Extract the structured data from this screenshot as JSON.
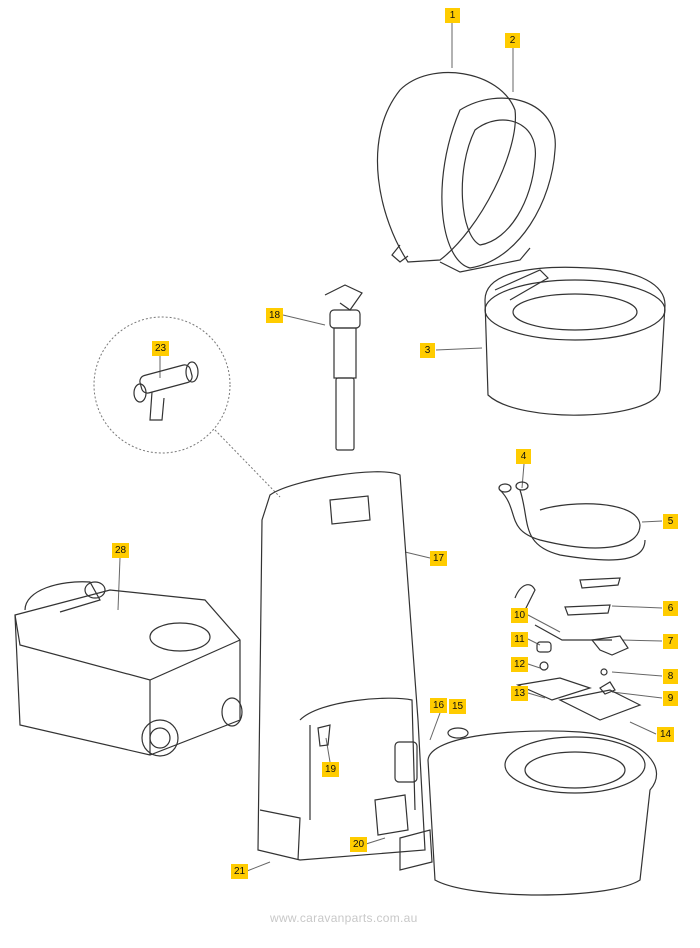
{
  "diagram": {
    "parts": {
      "p1": "1",
      "p2": "2",
      "p3": "3",
      "p4": "4",
      "p5": "5",
      "p6": "6",
      "p7": "7",
      "p8": "8",
      "p9": "9",
      "p10": "10",
      "p11": "11",
      "p12": "12",
      "p13": "13",
      "p14": "14",
      "p15": "15",
      "p16": "16",
      "p17": "17",
      "p18": "18",
      "p19": "19",
      "p20": "20",
      "p21": "21",
      "p23": "23",
      "p28": "28"
    },
    "watermark": "www.caravanparts.com.au",
    "colors": {
      "label_bg": "#ffcc00",
      "line": "#555555"
    }
  }
}
